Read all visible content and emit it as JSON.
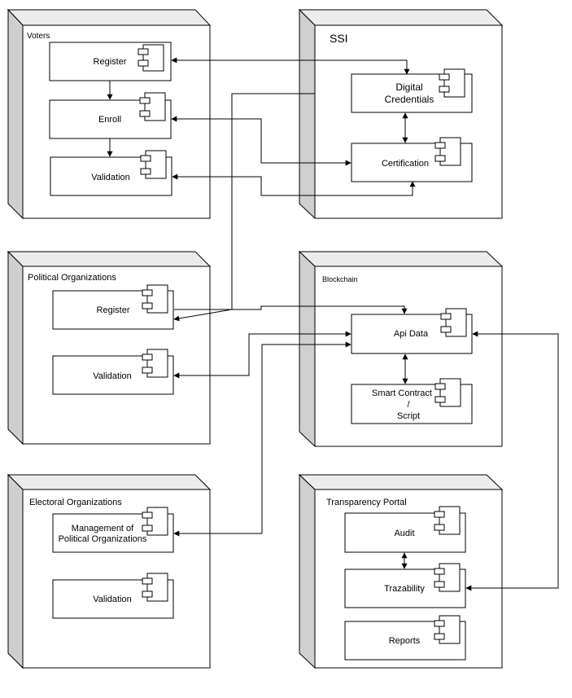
{
  "nodes": {
    "voters": {
      "title": "Voters"
    },
    "ssi": {
      "title": "SSI"
    },
    "political": {
      "title": "Political Organizations"
    },
    "blockchain": {
      "title": "Blockchain"
    },
    "electoral": {
      "title": "Electoral Organizations"
    },
    "transparency": {
      "title": "Transparency Portal"
    }
  },
  "components": {
    "voters_register": {
      "lines": [
        "Register"
      ]
    },
    "voters_enroll": {
      "lines": [
        "Enroll"
      ]
    },
    "voters_validation": {
      "lines": [
        "Validation"
      ]
    },
    "digital_credentials": {
      "lines": [
        "Digital",
        "Credentials"
      ]
    },
    "certification": {
      "lines": [
        "Certification"
      ]
    },
    "political_register": {
      "lines": [
        "Register"
      ]
    },
    "political_validation": {
      "lines": [
        "Validation"
      ]
    },
    "api_data": {
      "lines": [
        "Api Data"
      ]
    },
    "smart_contract": {
      "lines": [
        "Smart Contract",
        "/",
        "Script"
      ]
    },
    "management": {
      "lines": [
        "Management of",
        "Political Organizations"
      ]
    },
    "electoral_validation": {
      "lines": [
        "Validation"
      ]
    },
    "audit": {
      "lines": [
        "Audit"
      ]
    },
    "trazability": {
      "lines": [
        "Trazability"
      ]
    },
    "reports": {
      "lines": [
        "Reports"
      ]
    }
  }
}
